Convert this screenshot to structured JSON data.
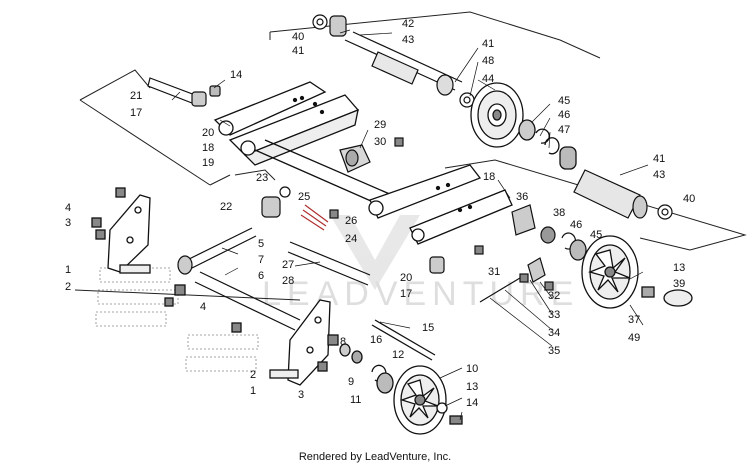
{
  "footer": {
    "text": "Rendered by LeadVenture, Inc."
  },
  "watermark": {
    "text": "LEADVENTURE"
  },
  "callouts": [
    "1",
    "2",
    "3",
    "4",
    "5",
    "6",
    "7",
    "8",
    "9",
    "10",
    "11",
    "12",
    "13",
    "14",
    "15",
    "16",
    "17",
    "18",
    "19",
    "20",
    "21",
    "22",
    "23",
    "24",
    "25",
    "26",
    "27",
    "28",
    "29",
    "30",
    "31",
    "32",
    "33",
    "34",
    "35",
    "36",
    "37",
    "38",
    "39",
    "40",
    "41",
    "42",
    "43",
    "44",
    "45",
    "46",
    "47",
    "48",
    "49"
  ],
  "labels": {
    "c42": "42",
    "c43a": "43",
    "c40a": "40",
    "c41a": "41",
    "c41b": "41",
    "c48": "48",
    "c44": "44",
    "c14a": "14",
    "c21": "21",
    "c17a": "17",
    "c20a": "20",
    "c18a": "18",
    "c19": "19",
    "c29": "29",
    "c30": "30",
    "c45a": "45",
    "c46a": "46",
    "c47": "47",
    "c41c": "41",
    "c43b": "43",
    "c40b": "40",
    "c23": "23",
    "c22": "22",
    "c25": "25",
    "c26": "26",
    "c24": "24",
    "c18b": "18",
    "c36": "36",
    "c38": "38",
    "c46b": "46",
    "c45b": "45",
    "c4a": "4",
    "c3a": "3",
    "c1a": "1",
    "c2a": "2",
    "c5": "5",
    "c7": "7",
    "c6": "6",
    "c27": "27",
    "c28": "28",
    "c20b": "20",
    "c17b": "17",
    "c31": "31",
    "c32": "32",
    "c33": "33",
    "c34": "34",
    "c35": "35",
    "c13a": "13",
    "c39": "39",
    "c37": "37",
    "c49": "49",
    "c4b": "4",
    "c15": "15",
    "c16": "16",
    "c8": "8",
    "c12": "12",
    "c9": "9",
    "c2b": "2",
    "c1b": "1",
    "c3b": "3",
    "c10": "10",
    "c11": "11",
    "c13b": "13",
    "c14b": "14"
  }
}
